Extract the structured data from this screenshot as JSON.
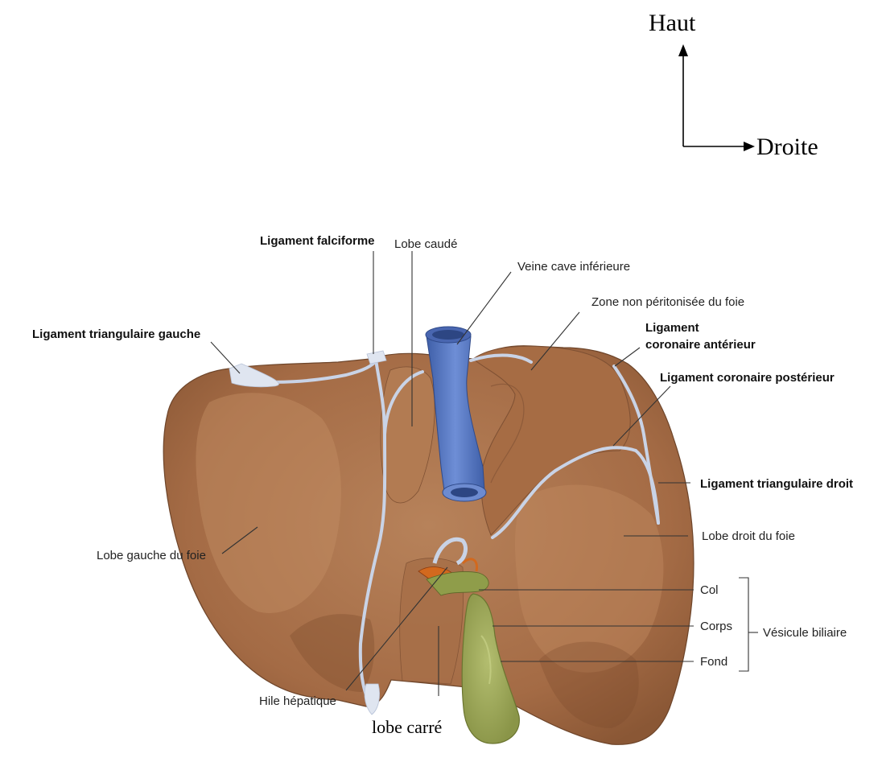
{
  "orientation": {
    "up_label": "Haut",
    "right_label": "Droite"
  },
  "labels": {
    "ligament_falciforme": "Ligament falciforme",
    "lobe_caude": "Lobe caudé",
    "veine_cave_inferieure": "Veine cave inférieure",
    "zone_non_peritonisee": "Zone non péritonisée du foie",
    "ligament_triangulaire_gauche": "Ligament triangulaire gauche",
    "ligament_coronaire_anterieur_1": "Ligament",
    "ligament_coronaire_anterieur_2": "coronaire antérieur",
    "ligament_coronaire_posterieur": "Ligament coronaire postérieur",
    "ligament_triangulaire_droit": "Ligament triangulaire droit",
    "lobe_droit": "Lobe droit du foie",
    "lobe_gauche": "Lobe gauche du foie",
    "col": "Col",
    "corps": "Corps",
    "fond": "Fond",
    "vesicule_biliaire": "Vésicule biliaire",
    "hile_hepatique": "Hile hépatique",
    "lobe_carre": "lobe carré"
  },
  "colors": {
    "liver": "#a8704a",
    "liver_light": "#c99a72",
    "liver_dark": "#7e5033",
    "ligament": "#c9d3e6",
    "vena_cava": "#5d7cc4",
    "gallbladder": "#9aa65a",
    "hilum_artery": "#d2691e"
  }
}
